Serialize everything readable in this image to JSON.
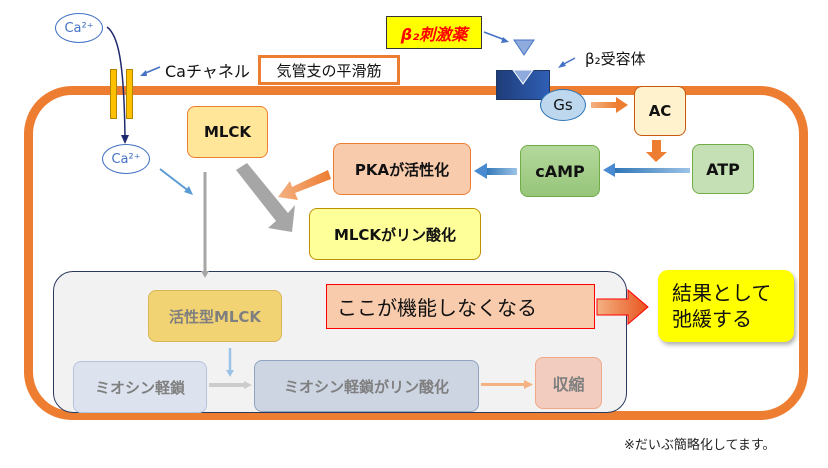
{
  "title_box": "気管支の平滑筋",
  "labels": {
    "ca_outside": "Ca²⁺",
    "ca_inside": "Ca²⁺",
    "ca_channel": "Caチャネル",
    "agonist": "β₂刺激薬",
    "receptor": "β₂受容体",
    "gs": "Gs",
    "ac": "AC",
    "atp": "ATP",
    "camp": "cAMP",
    "pka": "PKAが活性化",
    "mlck": "MLCK",
    "mlck_phos": "MLCKがリン酸化",
    "active_mlck": "活性型MLCK",
    "myosin_lc": "ミオシン軽鎖",
    "myosin_lc_phos": "ミオシン軽鎖がリン酸化",
    "contraction": "収縮",
    "disabled_note": "ここが機能しなくなる",
    "result_line1": "結果として",
    "result_line2": "弛緩する",
    "footnote": "※だいぶ簡略化してます。"
  },
  "colors": {
    "membrane": "#ed7d31",
    "agonist_bg": "#ffff00",
    "agonist_text": "#ff0000",
    "receptor": "#2f5597",
    "channel": "#ffc000",
    "blue_arrow": "#5b9bd5",
    "orange_arrow": "#ed7d31",
    "gray_arrow": "#a6a6a6"
  }
}
